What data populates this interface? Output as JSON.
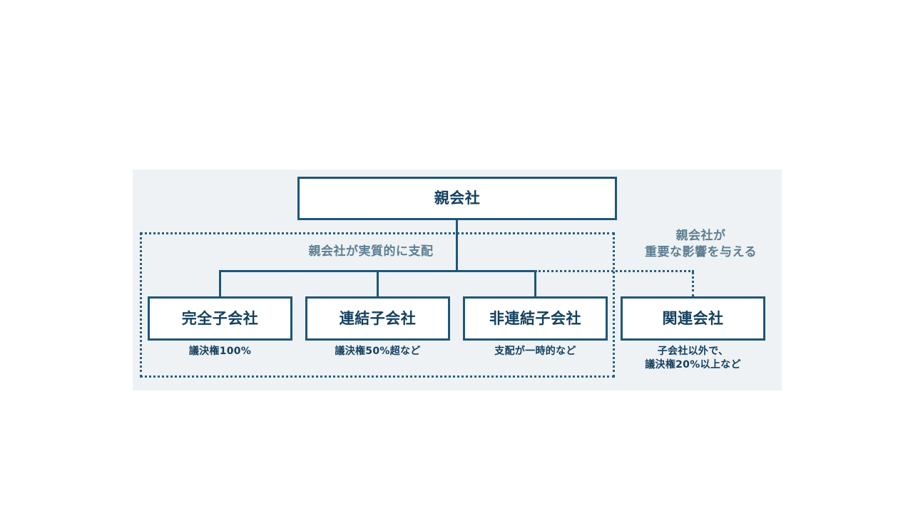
{
  "diagram": {
    "root": {
      "label": "親会社"
    },
    "group_labels": {
      "control": "親会社が実質的に支配",
      "influence_line1": "親会社が",
      "influence_line2": "重要な影響を与える"
    },
    "children": [
      {
        "id": "wholly-owned-subsidiary",
        "label": "完全子会社",
        "caption_line1": "議決権100%",
        "caption_line2": "",
        "connector": "solid",
        "in_dotted_group": true
      },
      {
        "id": "consolidated-subsidiary",
        "label": "連結子会社",
        "caption_line1": "議決権50%超など",
        "caption_line2": "",
        "connector": "solid",
        "in_dotted_group": true
      },
      {
        "id": "non-consolidated-subsidiary",
        "label": "非連結子会社",
        "caption_line1": "支配が一時的など",
        "caption_line2": "",
        "connector": "solid",
        "in_dotted_group": true
      },
      {
        "id": "affiliated-company",
        "label": "関連会社",
        "caption_line1": "子会社以外で、",
        "caption_line2": "議決権20%以上など",
        "connector": "dotted",
        "in_dotted_group": false
      }
    ],
    "colors": {
      "panel_background": "#eef2f5",
      "box_border": "#1f5678",
      "box_fill": "#ffffff",
      "box_text": "#14405e",
      "dotted_border": "#2b5f80",
      "group_label_text": "#5d7f92",
      "page_background": "#ffffff"
    }
  }
}
